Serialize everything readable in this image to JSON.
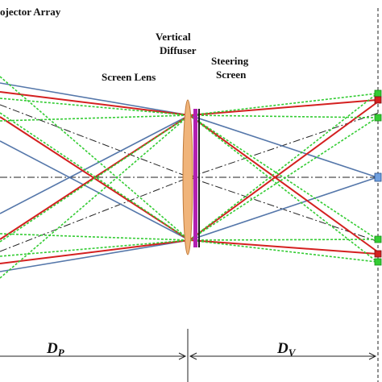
{
  "labels": {
    "projector_array": "ojector Array",
    "vertical_diffuser_1": "Vertical",
    "vertical_diffuser_2": "Diffuser",
    "screen_lens": "Screen Lens",
    "steering_screen_1": "Steering",
    "steering_screen_2": "Screen",
    "dp_main": "D",
    "dp_sub": "P",
    "dv_main": "D",
    "dv_sub": "V"
  },
  "colors": {
    "red_ray": "#d42020",
    "green_ray": "#33cc33",
    "blue_ray": "#5577aa",
    "axis": "#222222",
    "lens_fill": "#f0b47a",
    "lens_stroke": "#c07a3a",
    "diffuser": "#b21fb2",
    "steering_screen": "#1a1a1a",
    "viewer_blue": "#6fa0e0",
    "viewer_green": "#33cc33",
    "viewer_red": "#d42020"
  }
}
